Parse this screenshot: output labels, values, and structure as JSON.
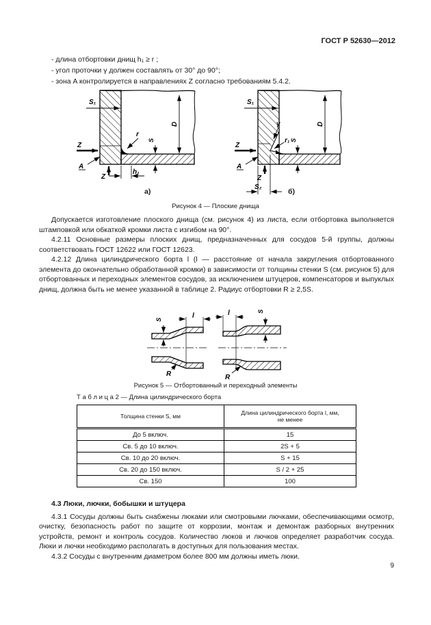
{
  "header": {
    "doc_code": "ГОСТ Р 52630—2012"
  },
  "page_number": "9",
  "intro": {
    "bullets": [
      "- длина отбортовки днищ  h₁ ≥ r ;",
      "- угол проточки γ должен составлять от 30° до 90°;",
      "- зона A контролируется в направлениях Z согласно требованиям 5.4.2."
    ]
  },
  "figure4": {
    "caption": "Рисунок 4 — Плоские днища",
    "sub_a": "а)",
    "sub_b": "б)",
    "labels_a": {
      "s1": "S₁",
      "z_side": "Z",
      "zone": "A",
      "z_bottom": "Z",
      "r": "r",
      "h1": "h₁",
      "d": "D",
      "s": "S"
    },
    "labels_b": {
      "s1": "S₁",
      "z_side": "Z",
      "zone": "A",
      "z_bottom": "Z",
      "gamma": "γ",
      "r1": "r₁",
      "s2": "S₂",
      "d": "D",
      "s": "S"
    }
  },
  "paragraphs": {
    "p1": "Допускается изготовление плоского днища (см. рисунок 4) из листа, если отбортовка выполняется штамповкой или обкаткой кромки листа с изгибом на 90°.",
    "p2": "4.2.11 Основные размеры плоских днищ, предназначенных для сосудов 5-й группы, должны соответствовать ГОСТ 12622 или ГОСТ 12623.",
    "p3": "4.2.12 Длина цилиндрического борта l (l — расстояние от начала закругления отбортованного элемента до окончательно обработанной кромки) в зависимости от толщины стенки S (см. рисунок 5) для отбортованных и переходных элементов сосудов, за исключением штуцеров, компенсаторов и выпуклых днищ, должна быть не менее указанной в таблице 2. Радиус отбортовки R ≥ 2,5S."
  },
  "figure5": {
    "caption": "Рисунок 5 — Отбортованный и переходный элементы",
    "labels": {
      "l_left": "l",
      "s_left": "S",
      "r_left": "R",
      "l_right": "l",
      "s_right": "S",
      "r_right": "R"
    }
  },
  "table2": {
    "title": "Т а б л и ц а  2 — Длина цилиндрического борта",
    "col1_header": "Толщина стенки S, мм",
    "col2_header": "Длина цилиндрического борта  l, мм,\nне менее",
    "rows": [
      [
        "До 5 включ.",
        "15"
      ],
      [
        "Св. 5 до 10 включ.",
        "2S + 5"
      ],
      [
        "Св. 10 до 20 включ.",
        "S + 15"
      ],
      [
        "Св. 20 до 150 включ.",
        "S / 2 + 25"
      ],
      [
        "Св. 150",
        "100"
      ]
    ]
  },
  "section43": {
    "heading": "4.3 Люки, лючки, бобышки и штуцера",
    "p1": "4.3.1 Сосуды должны быть снабжены люками или смотровыми лючками, обеспечивающими осмотр, очистку, безопасность работ по защите от коррозии, монтаж и демонтаж разборных внутренних устройств, ремонт и контроль сосудов. Количество люков и лючков определяет разработчик сосуда. Люки и лючки необходимо располагать в доступных для пользования местах.",
    "p2": "4.3.2 Сосуды с внутренним диаметром более 800 мм должны иметь люки."
  }
}
